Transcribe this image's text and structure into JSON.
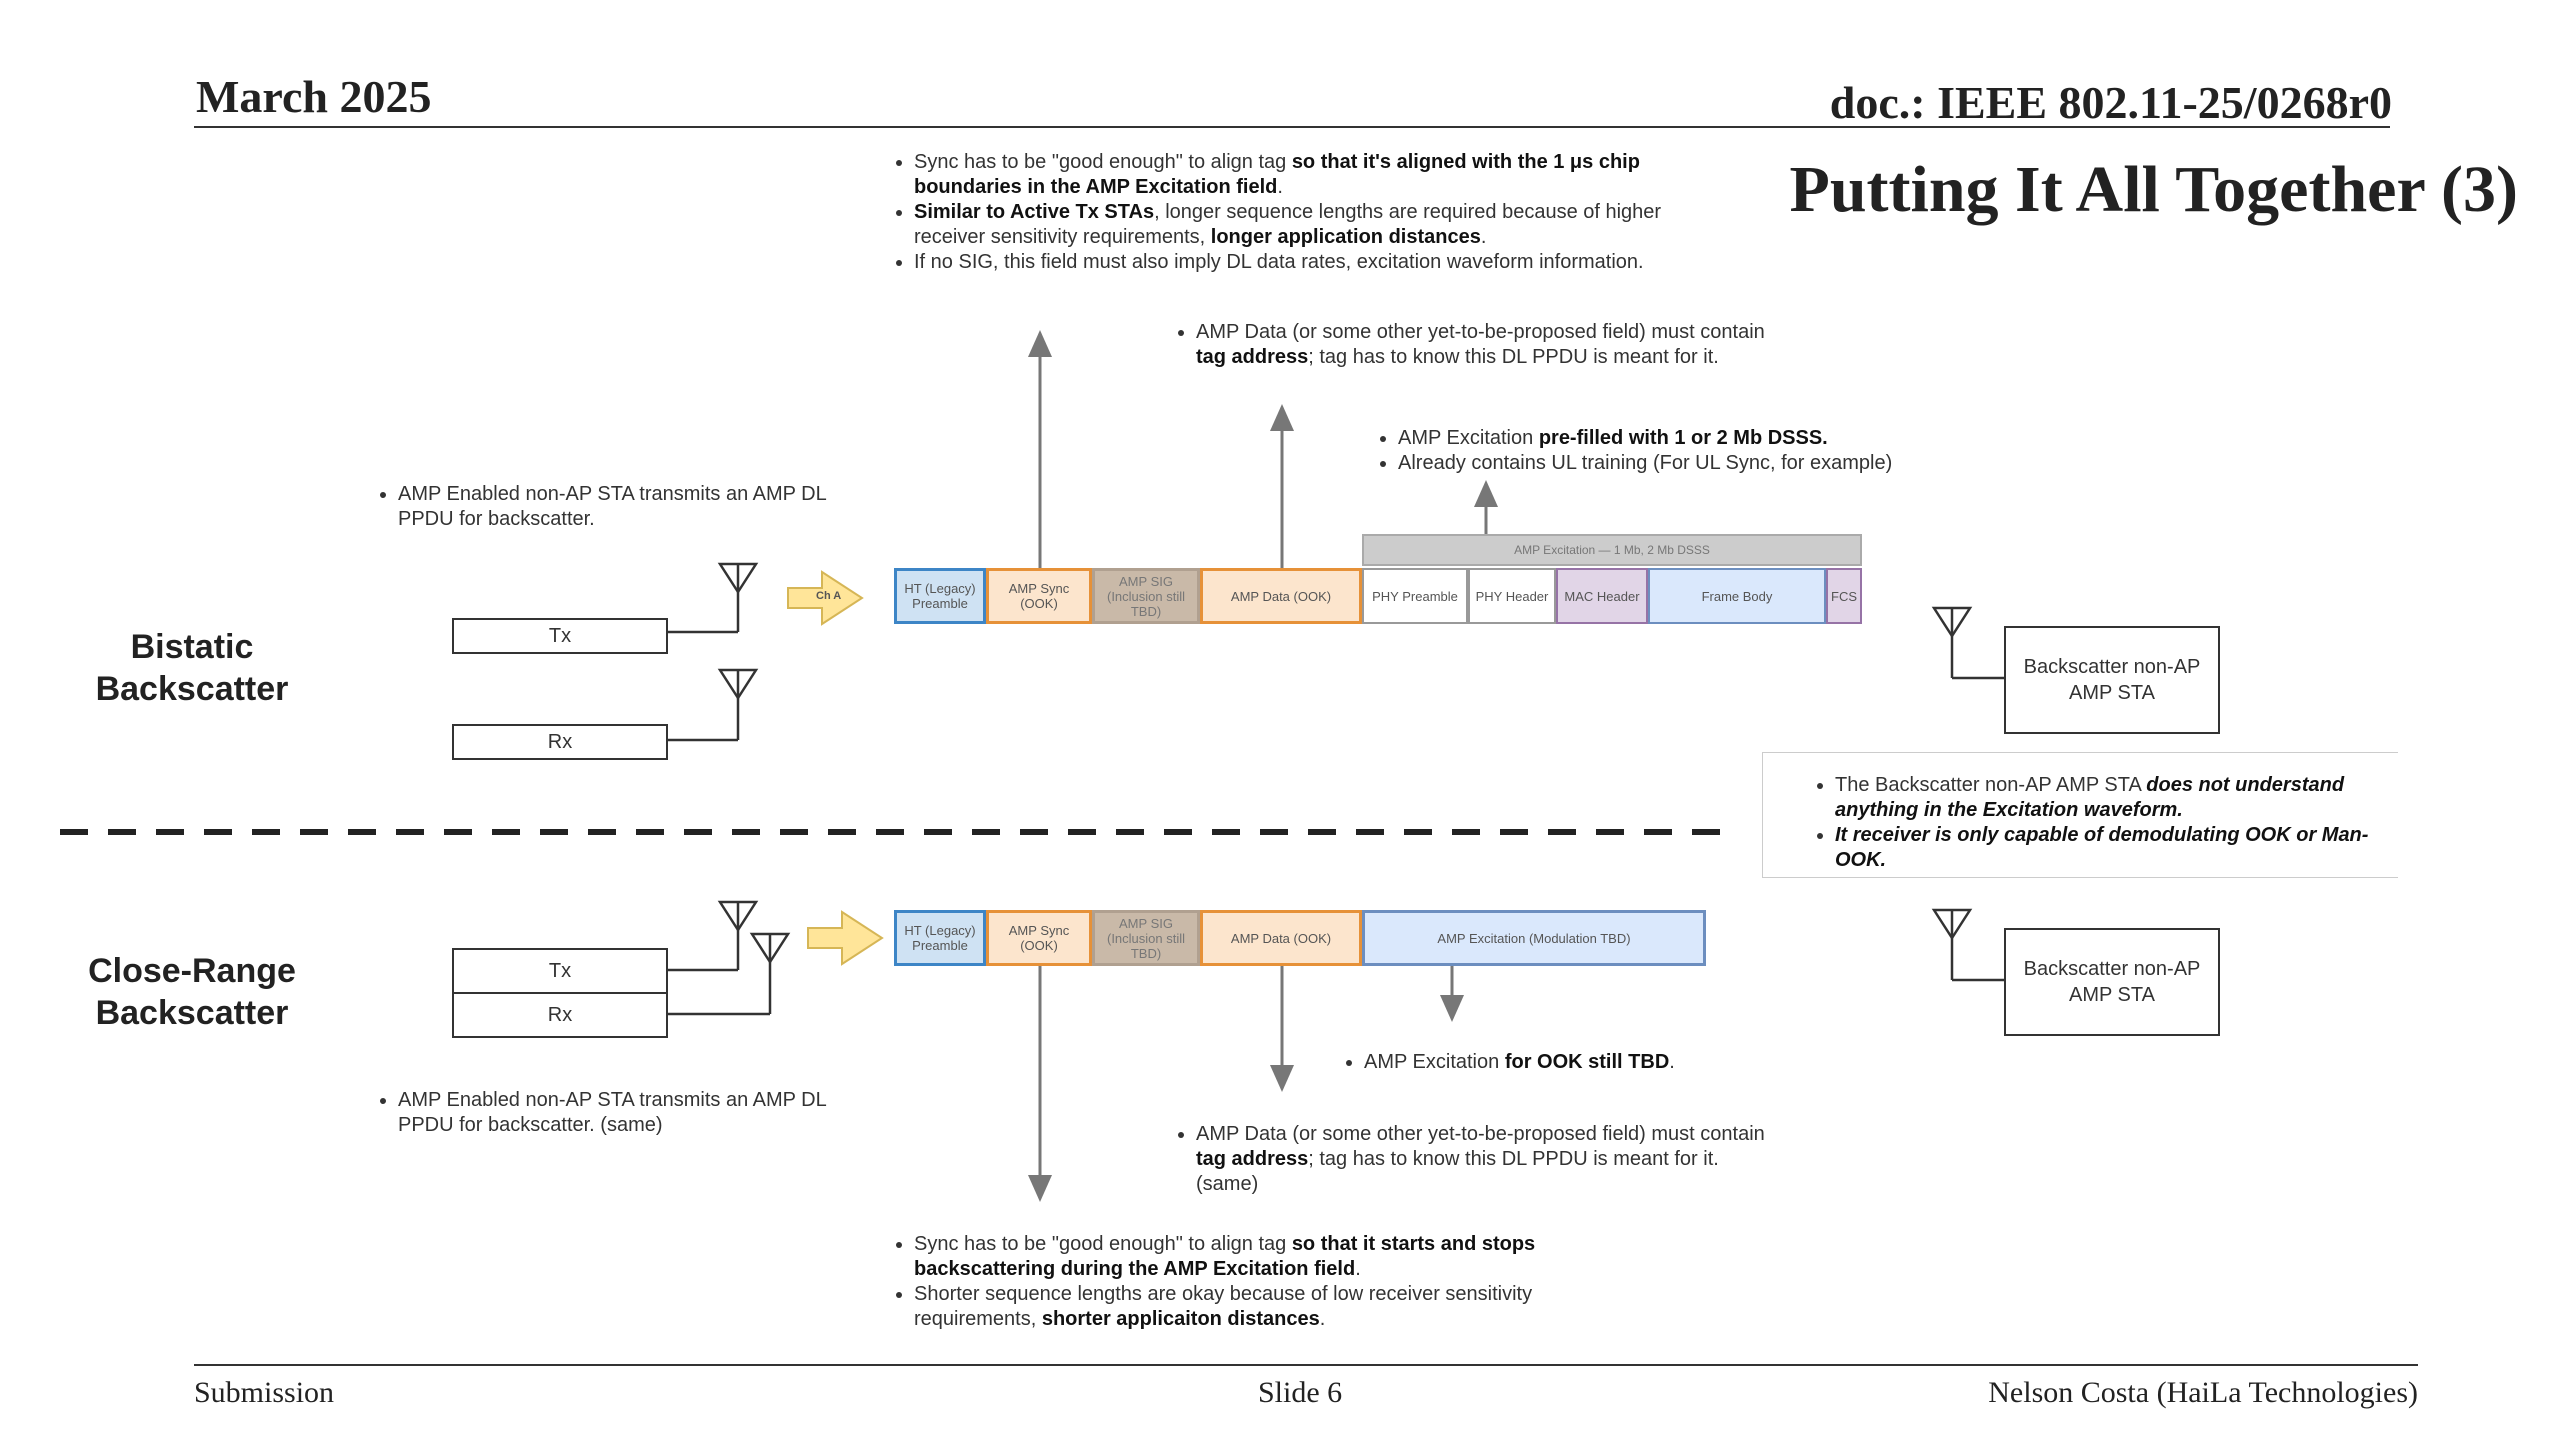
{
  "header": {
    "date": "March 2025",
    "doc": "doc.: IEEE 802.11-25/0268r0",
    "title": "Putting It All Together (3)"
  },
  "footer": {
    "left": "Submission",
    "center": "Slide 6",
    "right": "Nelson Costa (HaiLa Technologies)"
  },
  "bistatic": {
    "label_line1": "Bistatic",
    "label_line2": "Backscatter",
    "tx_label": "Tx",
    "rx_label": "Rx",
    "arrow_label": "Ch A",
    "ppdu_fields": {
      "ht": "HT (Legacy) Preamble",
      "sync": "AMP Sync (OOK)",
      "sig": "AMP SIG (Inclusion still TBD)",
      "data": "AMP Data (OOK)",
      "excitation_header": "AMP Excitation — 1 Mb, 2 Mb DSSS",
      "phy_preamble": "PHY Preamble",
      "phy_header": "PHY Header",
      "mac_header": "MAC Header",
      "frame_body": "Frame Body",
      "fcs": "FCS"
    },
    "note_transmits": "AMP Enabled non-AP STA transmits an AMP DL PPDU for backscatter.",
    "sync_b1_pre": "Sync has to be \"good enough\" to align tag ",
    "sync_b1_bold": "so that it's aligned with the 1 μs chip boundaries in the AMP Excitation field",
    "sync_b2_bold": "Similar to Active Tx STAs",
    "sync_b2_mid": ", longer sequence lengths are required because of higher receiver sensitivity requirements, ",
    "sync_b2_bold2": "longer application distances",
    "sync_b3": "If no SIG, this field must also imply DL data rates, excitation waveform information.",
    "data_pre": "AMP Data (or some other yet-to-be-proposed field) must contain ",
    "data_bold": "tag address",
    "data_post": "; tag has to know this DL PPDU is meant for it.",
    "exc_b1_pre": "AMP Excitation ",
    "exc_b1_bold": "pre-filled with 1 or 2 Mb DSSS.",
    "exc_b2": "Already contains UL training (For UL Sync, for example)",
    "sta_line1": "Backscatter non-AP",
    "sta_line2": "AMP STA"
  },
  "note_box": {
    "b1_pre": "The Backscatter non-AP AMP STA ",
    "b1_bold": "does not understand anything in the Excitation waveform.",
    "b2_bold": "It receiver is only capable of demodulating OOK or Man-OOK."
  },
  "close_range": {
    "label_line1": "Close-Range",
    "label_line2": "Backscatter",
    "tx_label": "Tx",
    "rx_label": "Rx",
    "ppdu_fields": {
      "ht": "HT (Legacy) Preamble",
      "sync": "AMP Sync (OOK)",
      "sig": "AMP SIG (Inclusion still TBD)",
      "data": "AMP Data (OOK)",
      "excitation": "AMP Excitation (Modulation TBD)"
    },
    "note_transmits": "AMP Enabled non-AP STA transmits an AMP DL PPDU for backscatter. (same)",
    "exc_pre": "AMP Excitation ",
    "exc_bold": "for OOK still TBD",
    "data_pre": "AMP Data (or some other yet-to-be-proposed field) must contain ",
    "data_bold": "tag address",
    "data_post": "; tag has to know this DL PPDU is meant for it. (same)",
    "sync_b1_pre": "Sync has to be \"good enough\" to align tag ",
    "sync_b1_bold": "so that it starts and stops backscattering during the AMP Excitation field",
    "sync_b2_pre": "Shorter sequence lengths are okay because of low receiver sensitivity requirements, ",
    "sync_b2_bold": "shorter applicaiton distances",
    "sta_line1": "Backscatter non-AP",
    "sta_line2": "AMP STA"
  },
  "colors": {
    "ht": "#cfe2f3",
    "ht_border": "#3d85c6",
    "ook": "#fce5cd",
    "ook_border": "#e69138",
    "sig": "#c9b9a8",
    "excitation": "#dae8fc",
    "excitation_border": "#6c8ebf",
    "mac": "#e1d5e7",
    "mac_border": "#9673a6",
    "arrow_fill": "#ffe599",
    "arrow_border": "#d6b656"
  }
}
